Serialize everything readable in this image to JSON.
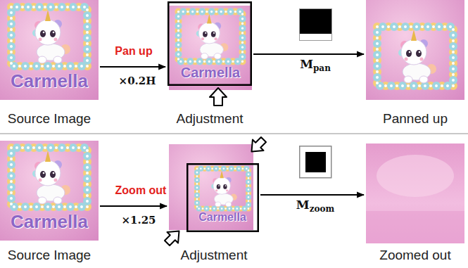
{
  "diagram": {
    "nodes": [
      {
        "text": [
          "Source Image"
        ]
      },
      {
        "text": [
          "Adjustment"
        ]
      },
      {
        "text": [
          "Panned up"
        ]
      },
      {
        "text": [
          "Source Image"
        ]
      },
      {
        "text": [
          "Adjustment"
        ]
      },
      {
        "text": [
          "Zoomed out"
        ]
      }
    ],
    "edges": [
      {
        "from": 0,
        "to": 1,
        "label": "Pan up",
        "arrow": "to"
      },
      {
        "from": 1,
        "to": 2,
        "arrow": "to"
      },
      {
        "from": 3,
        "to": 4,
        "label": "Zoom out",
        "arrow": "to"
      },
      {
        "from": 4,
        "to": 5,
        "arrow": "to"
      }
    ],
    "labels": [
      "Carmella",
      "Carmella",
      "×0.2H",
      "M",
      "pan",
      "Carmella",
      "Carmella",
      "×1.25",
      "M",
      "zoom"
    ]
  }
}
